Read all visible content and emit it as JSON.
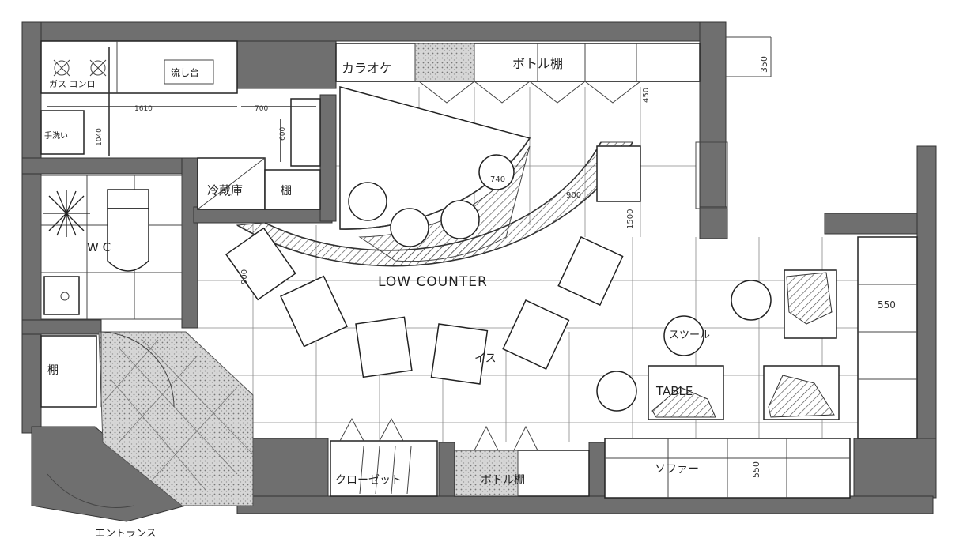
{
  "labels": {
    "gas_stove": "ガス コンロ",
    "sink": "流し台",
    "hand_wash": "手洗い",
    "fridge": "冷蔵庫",
    "shelf_kitchen": "棚",
    "karaoke": "カラオケ",
    "bottle_shelf_top": "ボトル棚",
    "wc": "W C",
    "shelf_left": "棚",
    "low_counter": "LOW COUNTER",
    "chair": "イス",
    "stool": "スツール",
    "table": "TABLE",
    "closet": "クローゼット",
    "bottle_shelf_bottom": "ボトル棚",
    "sofa": "ソファー",
    "entrance": "エントランス"
  },
  "dimensions": {
    "d1610": "1610",
    "d700": "700",
    "d1040": "1040",
    "d600": "600",
    "d350": "350",
    "d450a": "450",
    "d900": "900",
    "d740": "740",
    "d900b": "900",
    "d1500": "1500",
    "d550a": "550",
    "d550b": "550"
  }
}
